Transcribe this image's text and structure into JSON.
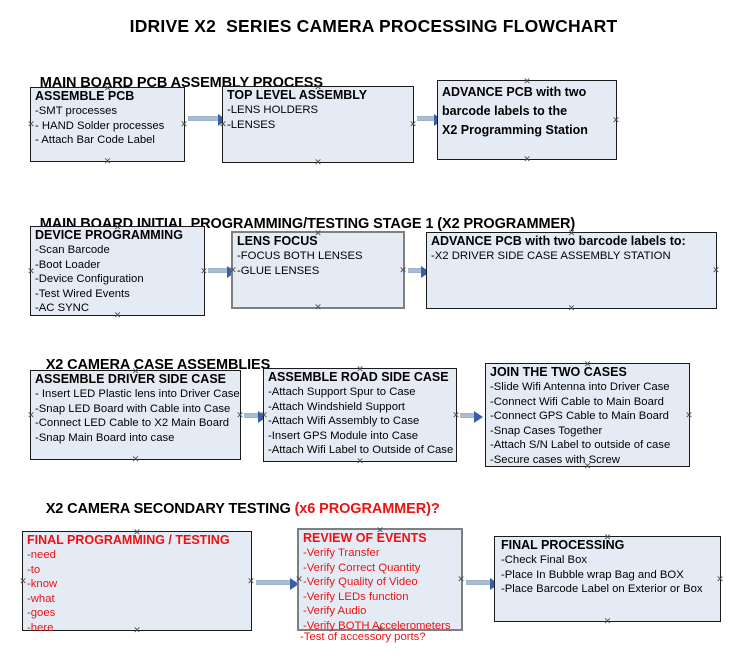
{
  "document": {
    "title": "IDRIVE X2  SERIES CAMERA PROCESSING FLOWCHART"
  },
  "colors": {
    "box_fill": "#e5ebf5",
    "box_border": "#1a1a1a",
    "box_border_gray": "#7f7f7f",
    "text": "#000000",
    "accent_red": "#ee1111",
    "connector": "#a8bdd4",
    "arrowhead": "#3b5ea8"
  },
  "sections": [
    {
      "id": "main-board-pcb-assembly",
      "heading": "MAIN BOARD PCB ASSEMBLY PROCESS",
      "heading_accent": "",
      "nodes": [
        {
          "id": "assemble-pcb",
          "title": "ASSEMBLE PCB",
          "title_lines": [
            "ASSEMBLE PCB"
          ],
          "items": [
            "-SMT processes",
            "- HAND Solder processes",
            "- Attach Bar Code Label"
          ]
        },
        {
          "id": "top-level-assembly",
          "title": "TOP LEVEL ASSEMBLY",
          "title_lines": [
            "TOP LEVEL ASSEMBLY"
          ],
          "items": [
            "-LENS HOLDERS",
            "-LENSES"
          ]
        },
        {
          "id": "advance-pcb-x2-programming-station",
          "title": "ADVANCE PCB with two barcode labels to the X2 Programming Station",
          "title_lines": [
            "ADVANCE PCB with two",
            "barcode labels to the",
            " X2 Programming Station"
          ],
          "items": []
        }
      ]
    },
    {
      "id": "main-board-initial-programming",
      "heading": "MAIN BOARD INITIAL PROGRAMMING/TESTING STAGE 1 (X2 PROGRAMMER)",
      "heading_accent": "",
      "nodes": [
        {
          "id": "device-programming",
          "title": "DEVICE PROGRAMMING",
          "title_lines": [
            "DEVICE PROGRAMMING"
          ],
          "items": [
            "-Scan Barcode",
            "-Boot Loader",
            "-Device Configuration",
            "-Test Wired Events",
            "-AC SYNC"
          ]
        },
        {
          "id": "lens-focus",
          "title": "LENS FOCUS",
          "title_lines": [
            "LENS FOCUS"
          ],
          "items": [
            "-FOCUS BOTH LENSES",
            "-GLUE LENSES"
          ]
        },
        {
          "id": "advance-pcb-driver-side-case",
          "title": "ADVANCE PCB with two barcode labels to:",
          "title_lines": [
            "ADVANCE PCB with two barcode labels to:"
          ],
          "items": [
            "-X2 DRIVER  SIDE  CASE  ASSEMBLY STATION"
          ]
        }
      ]
    },
    {
      "id": "x2-camera-case-assemblies",
      "heading": "X2 CAMERA CASE ASSEMBLIES",
      "heading_accent": "",
      "nodes": [
        {
          "id": "assemble-driver-side-case",
          "title": "ASSEMBLE DRIVER SIDE CASE",
          "title_lines": [
            "ASSEMBLE DRIVER SIDE CASE"
          ],
          "items": [
            "- Insert LED Plastic lens into Driver Case",
            "-Snap LED Board with Cable into Case",
            "-Connect LED Cable to X2 Main Board",
            "-Snap Main Board into case"
          ]
        },
        {
          "id": "assemble-road-side-case",
          "title": "ASSEMBLE ROAD SIDE CASE",
          "title_lines": [
            "ASSEMBLE ROAD SIDE CASE"
          ],
          "items": [
            "-Attach Support Spur to Case",
            "-Attach Windshield Support",
            "-Attach Wifi Assembly to Case",
            "-Insert GPS Module into Case",
            "-Attach Wifi Label to Outside of Case"
          ]
        },
        {
          "id": "join-the-two-cases",
          "title": "JOIN THE TWO CASES",
          "title_lines": [
            "JOIN THE TWO CASES"
          ],
          "items": [
            "-Slide Wifi Antenna into Driver Case",
            "-Connect Wifi Cable to Main Board",
            "-Connect GPS Cable to Main Board",
            "-Snap Cases Together",
            "-Attach S/N Label to outside of case",
            "-Secure cases with Screw"
          ]
        }
      ]
    },
    {
      "id": "x2-camera-secondary-testing",
      "heading": "X2 CAMERA SECONDARY TESTING ",
      "heading_accent": "(x6 PROGRAMMER)?",
      "nodes": [
        {
          "id": "final-programming-testing",
          "title": "FINAL PROGRAMMING / TESTING",
          "title_lines": [
            "FINAL PROGRAMMING / TESTING"
          ],
          "items": [
            "-need",
            "-to",
            "-know",
            "-what",
            "-goes",
            "-here"
          ]
        },
        {
          "id": "review-of-events",
          "title": "REVIEW OF EVENTS",
          "title_lines": [
            "REVIEW OF EVENTS"
          ],
          "items": [
            "-Verify Transfer",
            "-Verify Correct Quantity",
            "-Verify Quality of Video",
            "-Verify LEDs function",
            "-Verify Audio",
            "-Verify BOTH Accelerometers"
          ],
          "overflow_item": "-Test of accessory ports?"
        },
        {
          "id": "final-processing",
          "title": "FINAL PROCESSING",
          "title_lines": [
            "FINAL PROCESSING"
          ],
          "items": [
            " -Check Final Box",
            "-Place In Bubble wrap Bag and BOX",
            "-Place Barcode Label on Exterior or Box"
          ]
        }
      ]
    }
  ]
}
